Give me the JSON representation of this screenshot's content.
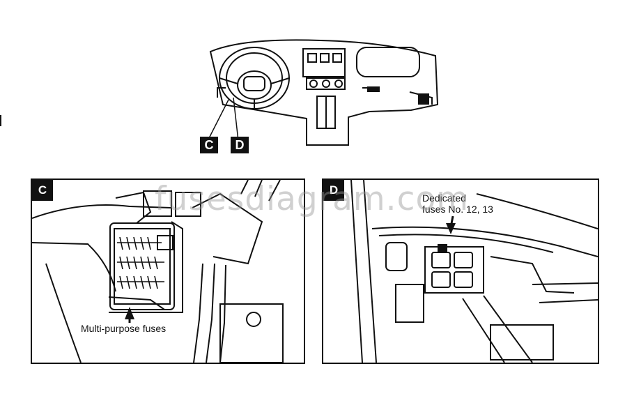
{
  "overview": {
    "callout_c": "C",
    "callout_d": "D"
  },
  "panel_c": {
    "tag": "C",
    "label": "Multi-purpose fuses"
  },
  "panel_d": {
    "tag": "D",
    "label_line1": "Dedicated",
    "label_line2": "fuses No. 12, 13"
  },
  "watermark": "fusesdiagram.com"
}
